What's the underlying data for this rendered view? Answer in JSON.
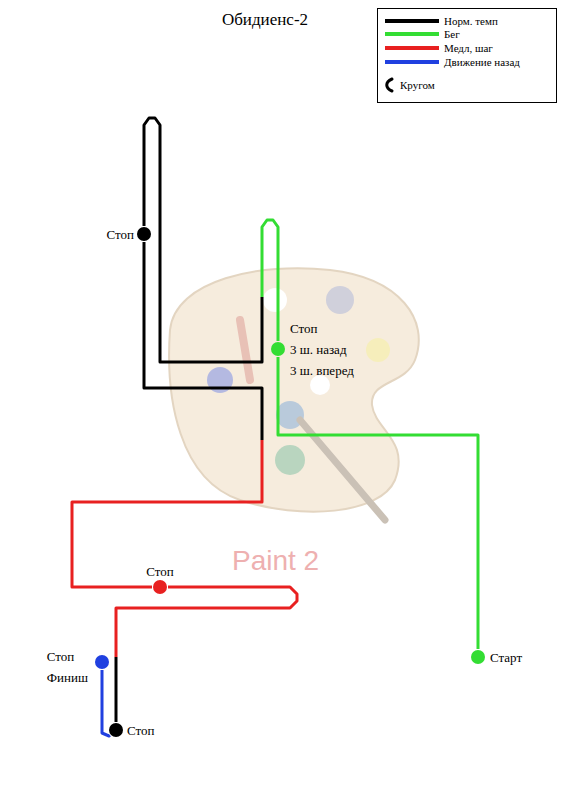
{
  "diagram": {
    "title": "Обидиенс-2",
    "nodes": [
      {
        "text": [
          "Старт"
        ]
      },
      {
        "text": [
          "Стоп",
          "3 ш. назад",
          "3 ш. вперед"
        ]
      },
      {
        "text": [
          "Стоп"
        ]
      },
      {
        "text": [
          "Стоп"
        ]
      },
      {
        "text": [
          "Стоп"
        ]
      },
      {
        "text": [
          "Стоп",
          "Финиш"
        ]
      }
    ],
    "edges": [
      {
        "from": 0,
        "to": 1,
        "arrow": "none"
      },
      {
        "from": 1,
        "to": 2,
        "arrow": "none"
      },
      {
        "from": 2,
        "to": 3,
        "arrow": "none"
      },
      {
        "from": 3,
        "to": 4,
        "arrow": "none"
      },
      {
        "from": 4,
        "to": 5,
        "arrow": "none"
      }
    ],
    "labels": [
      "Paint 2"
    ],
    "legend": [
      {
        "text": "Норм. темп",
        "color": "#000000"
      },
      {
        "text": "Бег",
        "color": "#33dd33"
      },
      {
        "text": "Медл, шаг",
        "color": "#e82020"
      },
      {
        "text": "Движение назад",
        "color": "#2040e0"
      },
      {
        "text": "Кругом"
      }
    ]
  }
}
